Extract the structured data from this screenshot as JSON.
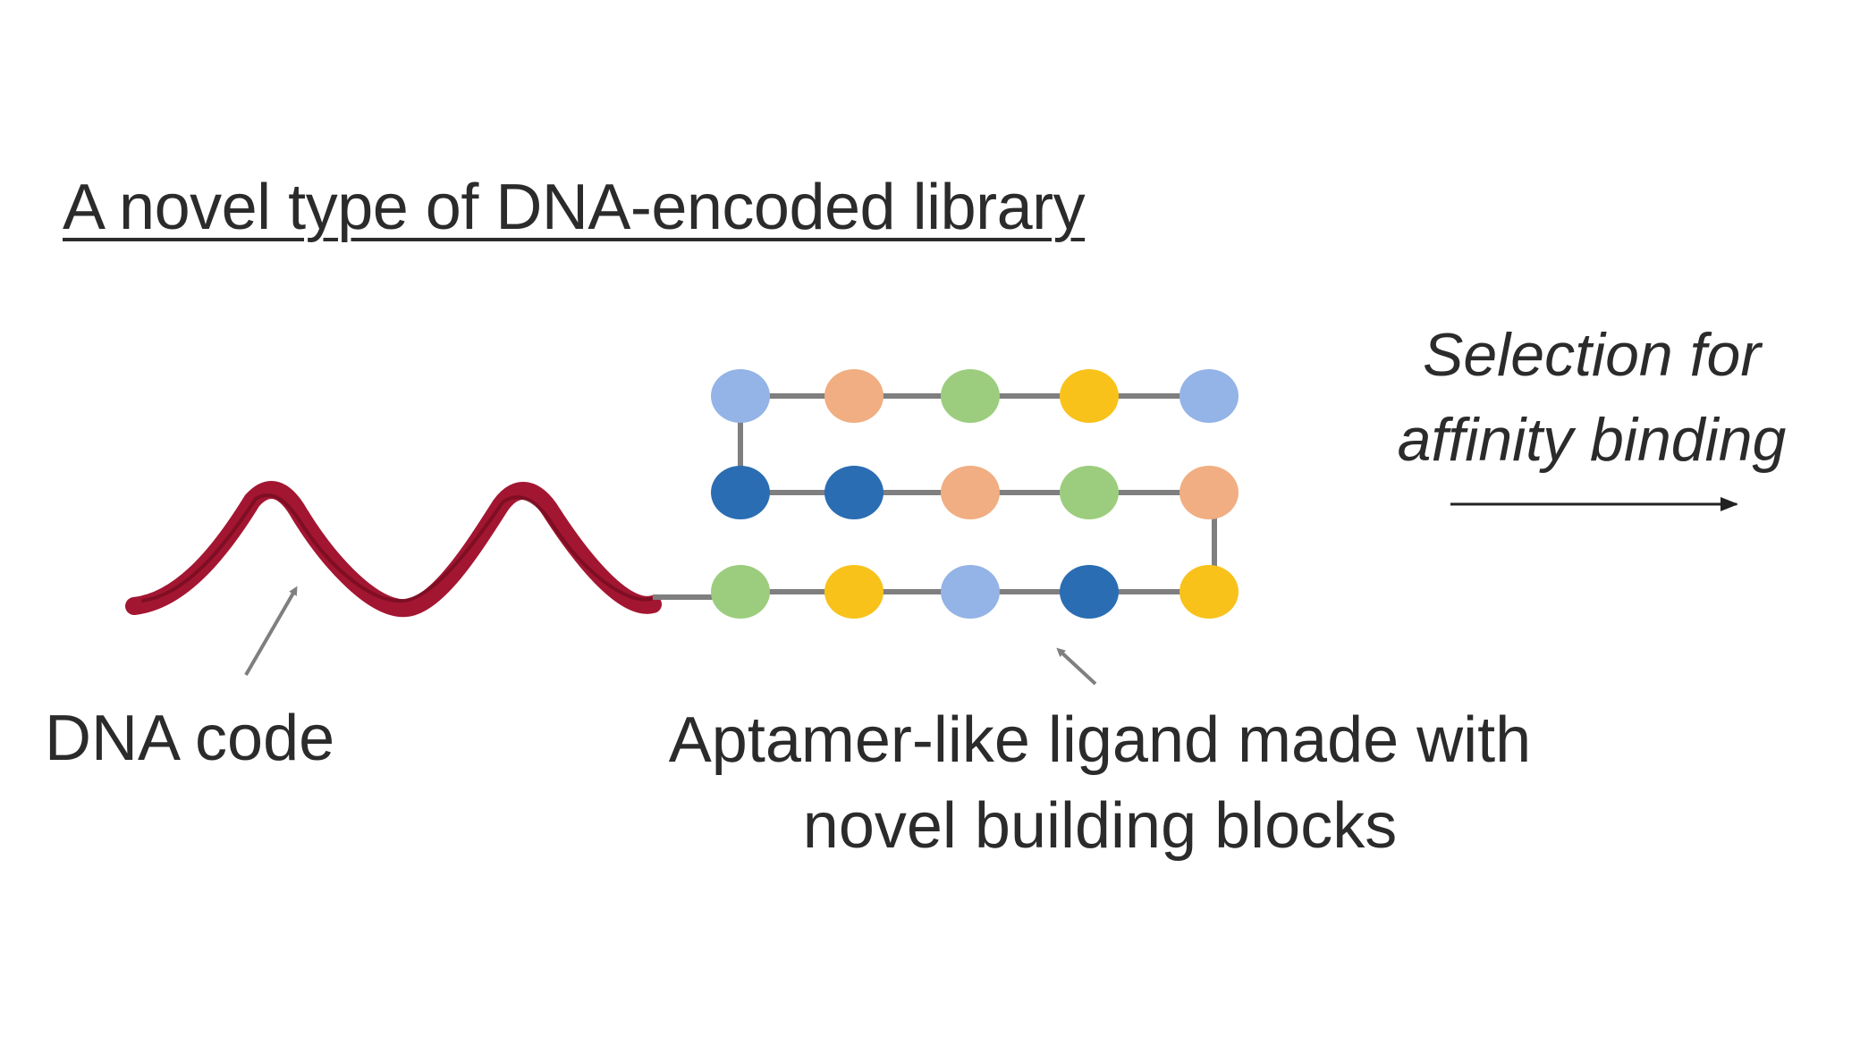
{
  "title": "A novel type of DNA-encoded library",
  "selection_label": {
    "line1": "Selection for",
    "line2": "affinity binding"
  },
  "dna_label": "DNA code",
  "ligand_label": {
    "line1": "Aptamer-like ligand made with",
    "line2": "novel building blocks"
  },
  "colors": {
    "dna_ribbon": "#a31631",
    "connector": "#7f7f7f",
    "arrow": "#333333",
    "light_blue": "#94b3e6",
    "peach": "#f0ae82",
    "green": "#9ccd7e",
    "yellow": "#f8c21b",
    "dark_blue": "#2a6db2"
  },
  "ligand_chain": {
    "rows": [
      [
        "light_blue",
        "peach",
        "green",
        "yellow",
        "light_blue"
      ],
      [
        "dark_blue",
        "dark_blue",
        "peach",
        "green",
        "peach"
      ],
      [
        "green",
        "yellow",
        "light_blue",
        "dark_blue",
        "yellow"
      ]
    ]
  }
}
